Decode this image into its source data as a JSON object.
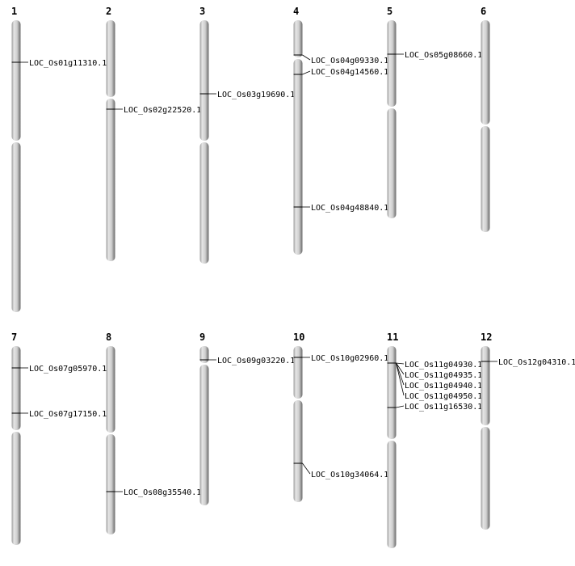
{
  "chromosomes": [
    {
      "name": "1",
      "genes": [
        "LOC_Os01g11310.1"
      ]
    },
    {
      "name": "2",
      "genes": [
        "LOC_Os02g22520.1"
      ]
    },
    {
      "name": "3",
      "genes": [
        "LOC_Os03g19690.1"
      ]
    },
    {
      "name": "4",
      "genes": [
        "LOC_Os04g09330.1",
        "LOC_Os04g14560.1",
        "LOC_Os04g48840.1"
      ]
    },
    {
      "name": "5",
      "genes": [
        "LOC_Os05g08660.1"
      ]
    },
    {
      "name": "6",
      "genes": []
    },
    {
      "name": "7",
      "genes": [
        "LOC_Os07g05970.1",
        "LOC_Os07g17150.1"
      ]
    },
    {
      "name": "8",
      "genes": [
        "LOC_Os08g35540.1"
      ]
    },
    {
      "name": "9",
      "genes": [
        "LOC_Os09g03220.1"
      ]
    },
    {
      "name": "10",
      "genes": [
        "LOC_Os10g02960.1",
        "LOC_Os10g34064.1"
      ]
    },
    {
      "name": "11",
      "genes": [
        "LOC_Os11g04930.1",
        "LOC_Os11g04935.1",
        "LOC_Os11g04940.1",
        "LOC_Os11g04950.1",
        "LOC_Os11g16530.1"
      ]
    },
    {
      "name": "12",
      "genes": [
        "LOC_Os12g04310.1"
      ]
    }
  ]
}
